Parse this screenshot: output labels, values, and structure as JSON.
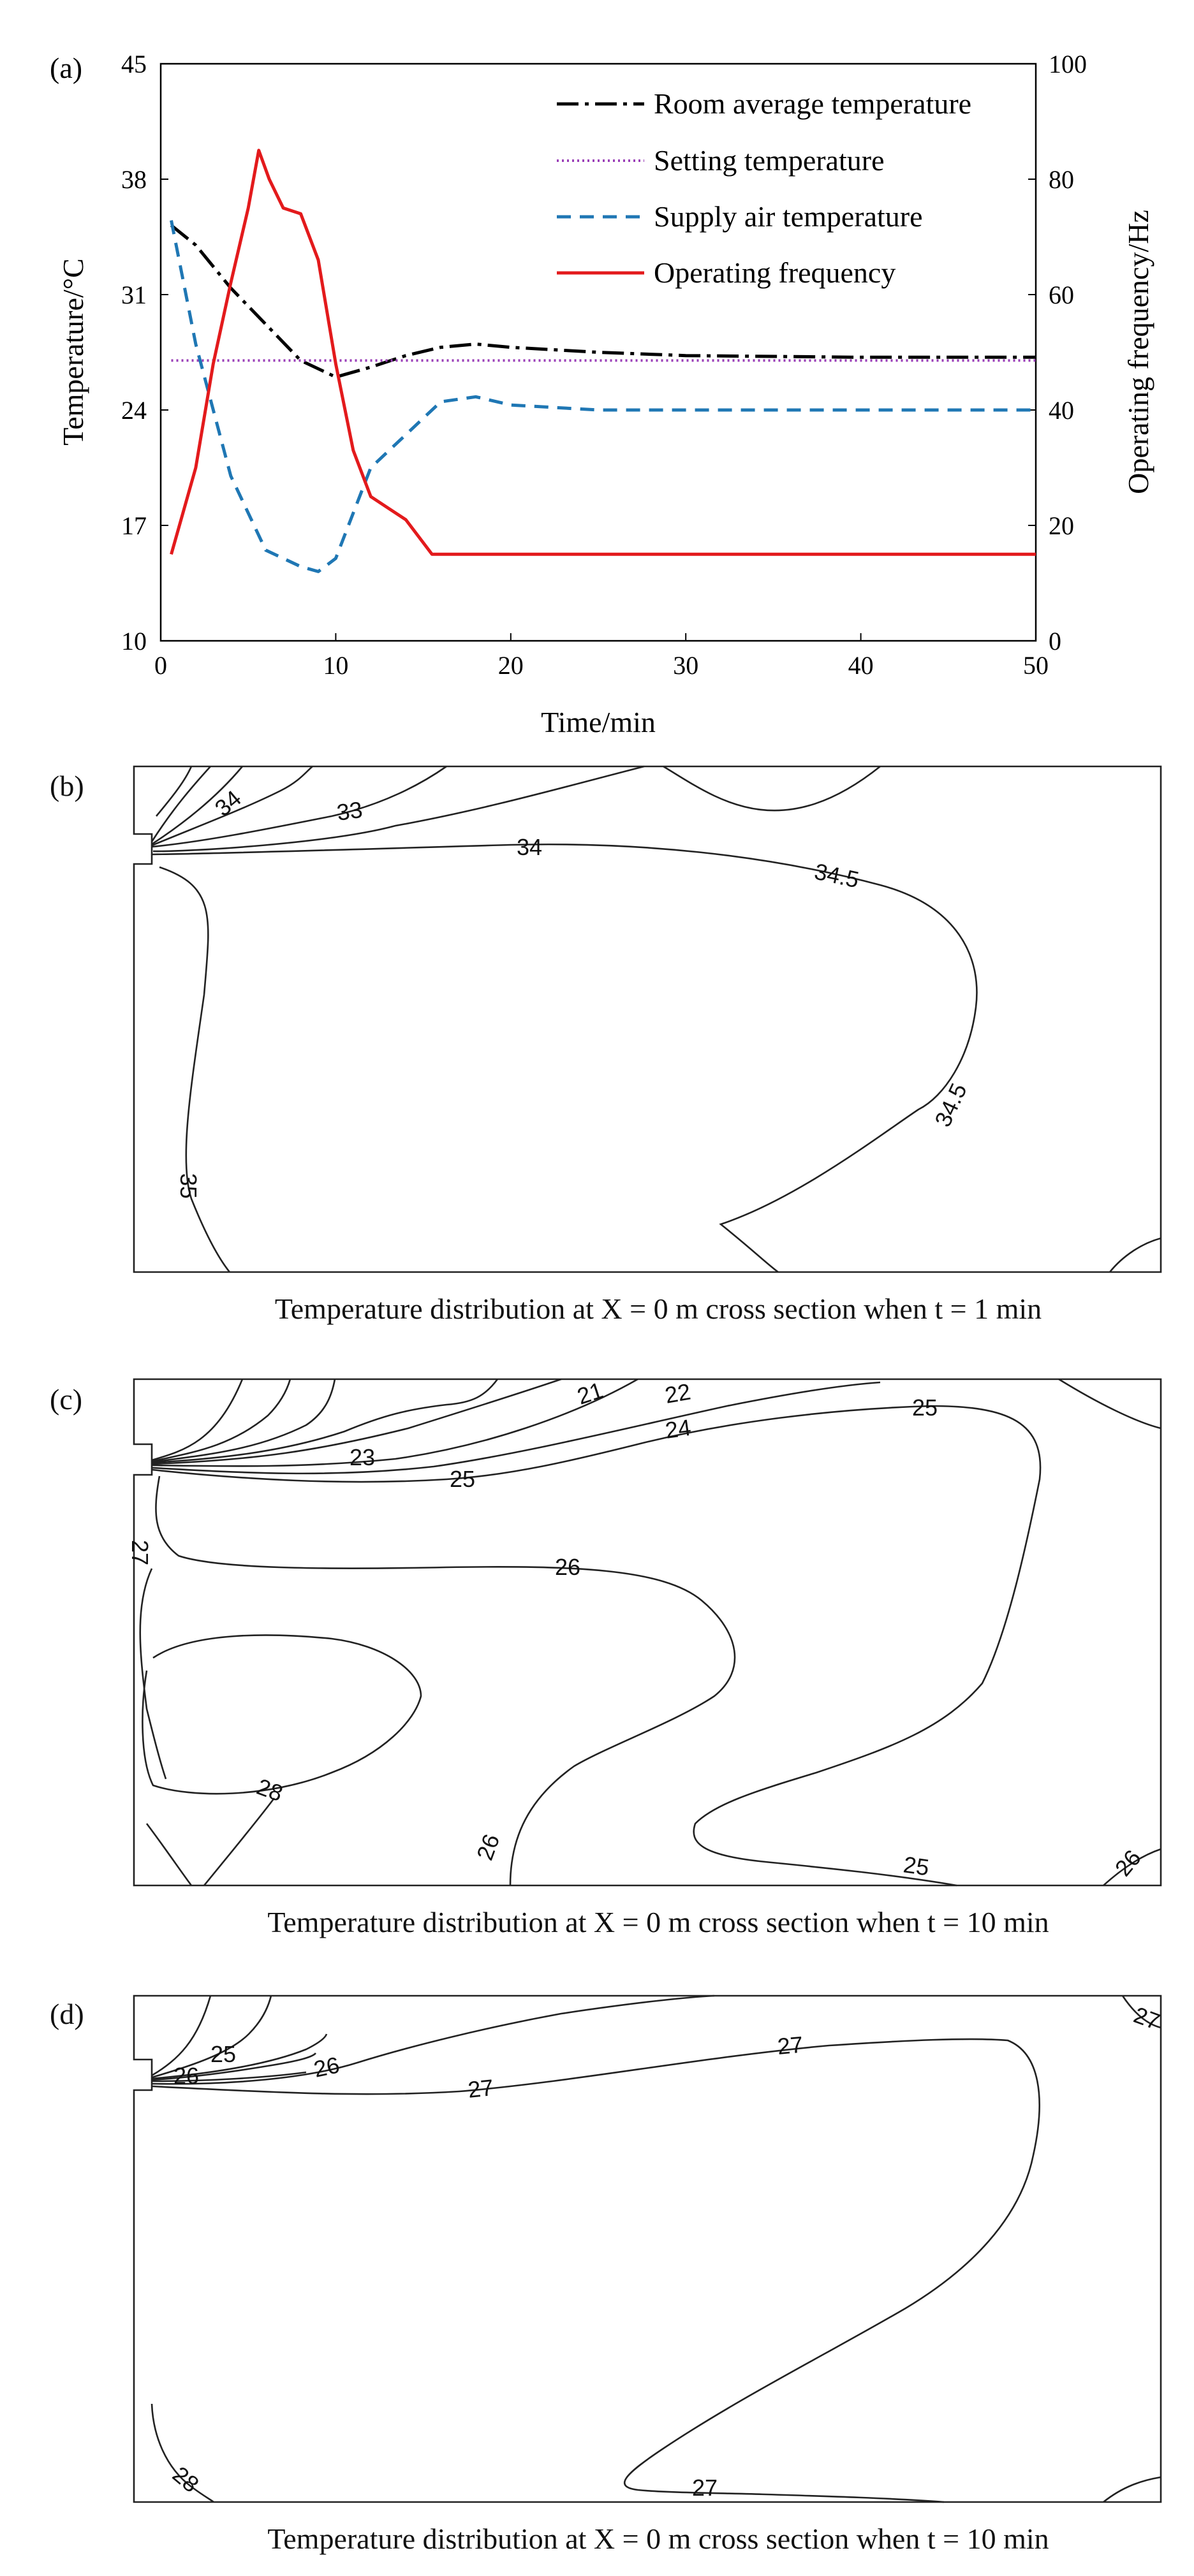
{
  "panels": {
    "a": {
      "label": "(a)"
    },
    "b": {
      "label": "(b)",
      "caption": "Temperature distribution at X = 0 m cross section when t = 1 min"
    },
    "c": {
      "label": "(c)",
      "caption": "Temperature distribution at X = 0 m cross section when t = 10 min"
    },
    "d": {
      "label": "(d)",
      "caption": "Temperature distribution at X = 0 m cross section when t = 10 min"
    }
  },
  "chart_data": [
    {
      "type": "line",
      "xlabel": "Time/min",
      "ylabel": "Temperature/°C",
      "y2label": "Operating frequency/Hz",
      "xlim": [
        0,
        50
      ],
      "ylim": [
        10,
        45
      ],
      "y2lim": [
        0,
        100
      ],
      "xticks": [
        0,
        10,
        20,
        30,
        40,
        50
      ],
      "yticks": [
        10,
        17,
        24,
        31,
        38,
        45
      ],
      "y2ticks": [
        0,
        20,
        40,
        60,
        80,
        100
      ],
      "grid": false,
      "legend_position": "top-right",
      "series": [
        {
          "name": "Room average temperature",
          "axis": "left",
          "color": "#000000",
          "dash": "dashdot",
          "x": [
            0.6,
            2,
            4,
            6,
            8,
            10,
            12,
            14,
            16,
            18,
            20,
            25,
            30,
            40,
            50
          ],
          "values": [
            35.2,
            34,
            31.4,
            29.2,
            27,
            26,
            26.6,
            27.3,
            27.8,
            28,
            27.8,
            27.5,
            27.3,
            27.2,
            27.2
          ]
        },
        {
          "name": "Setting temperature",
          "axis": "left",
          "color": "#9B3FB8",
          "dash": "dotted",
          "x": [
            0.6,
            50
          ],
          "values": [
            27,
            27
          ]
        },
        {
          "name": "Supply air temperature",
          "axis": "left",
          "color": "#1F77B4",
          "dash": "dashed",
          "x": [
            0.6,
            2,
            4,
            6,
            8,
            9,
            10,
            12,
            14,
            16,
            18,
            20,
            25,
            30,
            40,
            50
          ],
          "values": [
            35.5,
            28,
            20,
            15.5,
            14.5,
            14.2,
            15,
            20.5,
            22.5,
            24.5,
            24.8,
            24.3,
            24,
            24,
            24,
            24
          ]
        },
        {
          "name": "Operating frequency",
          "axis": "right",
          "color": "#E31A1C",
          "dash": "solid",
          "x": [
            0.6,
            2,
            3,
            4,
            5,
            5.6,
            6.2,
            7,
            8,
            9,
            10,
            11,
            12,
            13,
            14,
            15.5,
            20,
            30,
            40,
            50
          ],
          "values": [
            15,
            30,
            48,
            62,
            75,
            85,
            80,
            75,
            74,
            66,
            48,
            33,
            25,
            23,
            21,
            15,
            15,
            15,
            15,
            15
          ]
        }
      ]
    },
    {
      "type": "contour",
      "panel": "b",
      "contour_labels": [
        "34",
        "33",
        "34",
        "34.5",
        "34.5",
        "35"
      ]
    },
    {
      "type": "contour",
      "panel": "c",
      "contour_labels": [
        "21",
        "22",
        "23",
        "24",
        "25",
        "25",
        "26",
        "27",
        "28",
        "26",
        "25",
        "26"
      ]
    },
    {
      "type": "contour",
      "panel": "d",
      "contour_labels": [
        "25",
        "26",
        "26",
        "27",
        "27",
        "27",
        "28",
        "27"
      ]
    }
  ]
}
